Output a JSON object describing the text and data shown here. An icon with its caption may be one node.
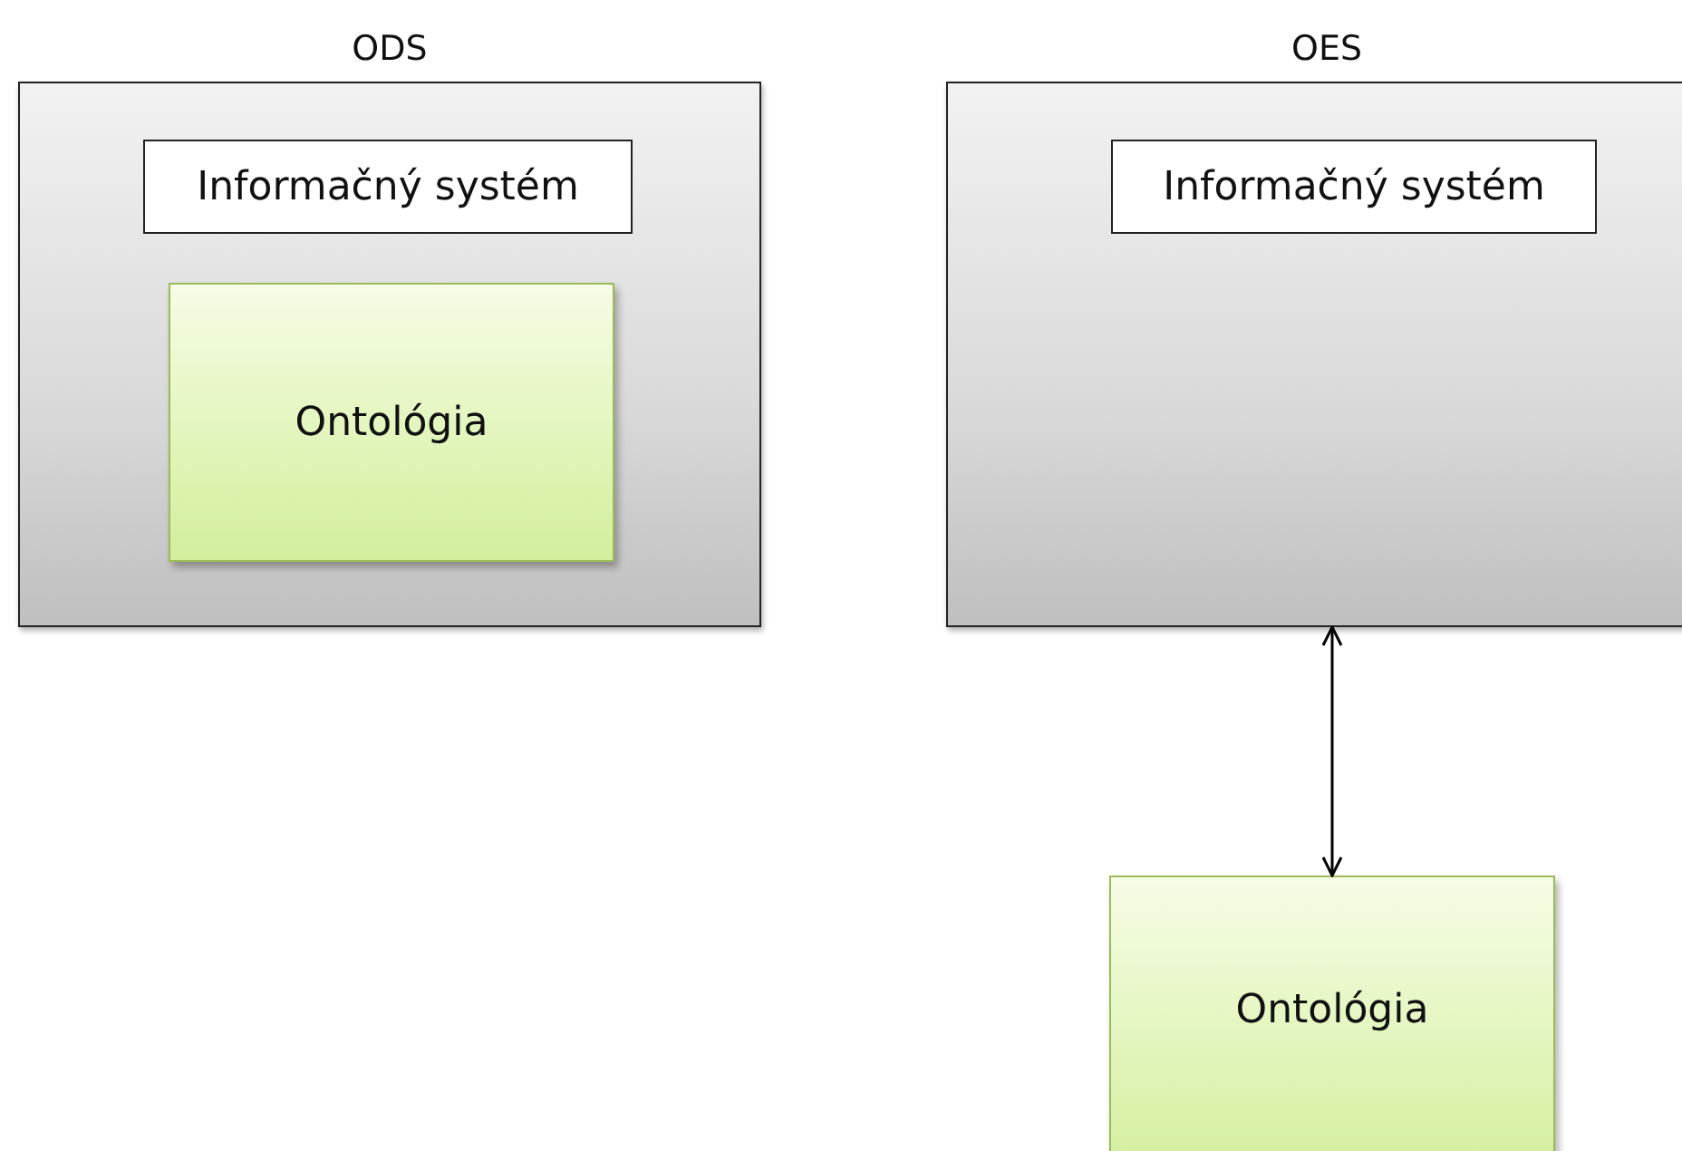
{
  "diagram": {
    "nodes": [
      {
        "text": [
          "ODS"
        ]
      },
      {
        "text": [
          "Informačný systém"
        ],
        "in": 0
      },
      {
        "text": [
          "Ontológia"
        ],
        "in": 0
      },
      {
        "text": [
          "OES"
        ]
      },
      {
        "text": [
          "Informačný systém"
        ],
        "in": 3
      },
      {
        "text": [
          "Ontológia"
        ]
      }
    ],
    "edges": [
      {
        "from": 3,
        "to": 5,
        "arrow": "both"
      }
    ]
  }
}
